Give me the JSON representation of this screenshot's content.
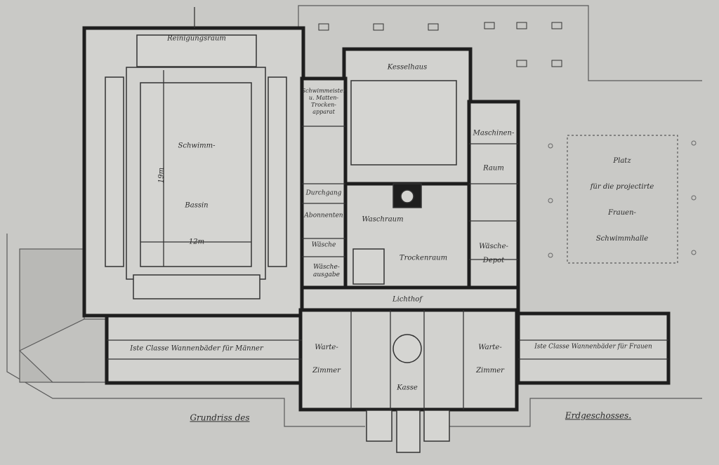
{
  "plan": {
    "pool_hall": {
      "cleaning_room": "Reinigungsraum",
      "pool_line1": "Schwimm-",
      "pool_line2": "Bassin",
      "length": "19m",
      "width": "12m"
    },
    "boiler_house": "Kesselhaus",
    "drying_apparatus": [
      "Schwimmeister",
      "u. Matten-",
      "Trocken-",
      "apparat"
    ],
    "machine_room": [
      "Maschinen-",
      "Raum"
    ],
    "passage": "Durchgang",
    "subscribers": "Abonnenten",
    "laundry": "Wäsche",
    "wash_room": "Waschraum",
    "drying_room": "Trockenraum",
    "laundry_depot": [
      "Wäsche-",
      "Depot"
    ],
    "laundry_issue": [
      "Wäsche-",
      "ausgabe"
    ],
    "light_court": "Lichthof",
    "waiting_left": [
      "Warte-",
      "Zimmer"
    ],
    "waiting_right": [
      "Warte-",
      "Zimmer"
    ],
    "cashier": "Kasse",
    "mens_baths": "Iste Classe Wannenbäder für Männer",
    "womens_baths": "Iste Classe Wannenbäder für Frauen",
    "future_site": [
      "Platz",
      "für die projectirte",
      "Frauen-",
      "Schwimmhalle"
    ],
    "caption_left": "Grundriss des",
    "caption_right": "Erdgeschosses."
  },
  "colors": {
    "paper": "#c9c9c6",
    "wall": "#1e1e1e",
    "line": "#555555"
  }
}
